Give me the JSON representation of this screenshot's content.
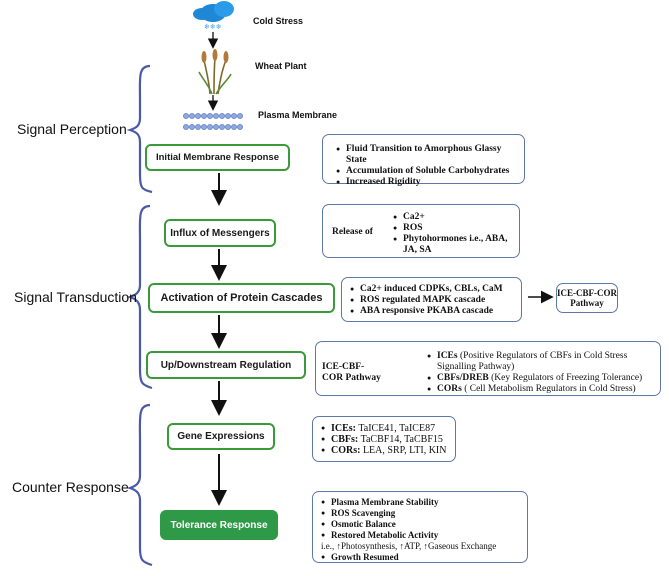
{
  "top": {
    "cold_stress": "Cold Stress",
    "wheat_plant": "Wheat Plant",
    "plasma_membrane": "Plasma Membrane"
  },
  "stages": {
    "perception": "Signal Perception",
    "transduction": "Signal Transduction",
    "counter": "Counter Response"
  },
  "steps": {
    "initial": "Initial Membrane Response",
    "influx": "Influx of Messengers",
    "activation": "Activation of Protein Cascades",
    "updown": "Up/Downstream Regulation",
    "gene": "Gene Expressions",
    "tolerance": "Tolerance Response"
  },
  "boxes": {
    "membrane": [
      "Fluid Transition to Amorphous Glassy State",
      "Accumulation of Soluble Carbohydrates",
      "Increased Rigidity"
    ],
    "influx_prefix": "Release of",
    "influx": [
      "Ca2+",
      "ROS",
      "Phytohormones i.e., ABA, JA, SA"
    ],
    "cascade": [
      "Ca2+ induced CDPKs, CBLs, CaM",
      "ROS regulated MAPK cascade",
      "ABA responsive PKABA cascade"
    ],
    "ice_pathway": "ICE-CBF-COR Pathway",
    "updown_prefix": "ICE-CBF-COR Pathway",
    "updown": [
      {
        "term": "ICEs",
        "desc": "(Positive Regulators of CBFs in Cold Stress Signalling",
        "tail": "Pathway)"
      },
      {
        "term": "CBFs/DREB",
        "desc": "(Key Regulators of Freezing Tolerance)",
        "tail": ""
      },
      {
        "term": "CORs",
        "desc": "( Cell Metabolism Regulators in Cold Stress)",
        "tail": ""
      }
    ],
    "gene": [
      {
        "term": "ICEs:",
        "desc": "TaICE41, TaICE87"
      },
      {
        "term": "CBFs:",
        "desc": "TaCBF14, TaCBF15"
      },
      {
        "term": "CORs:",
        "desc": "LEA, SRP, LTI, KIN"
      }
    ],
    "tolerance": [
      "Plasma Membrane Stability",
      "ROS Scavenging",
      "Osmotic Balance",
      "Restored Metabolic Activity"
    ],
    "tolerance_detail": "i.e., ↑Photosynthesis, ↑ATP, ↑Gaseous Exchange",
    "tolerance_last": "Growth Resumed"
  }
}
